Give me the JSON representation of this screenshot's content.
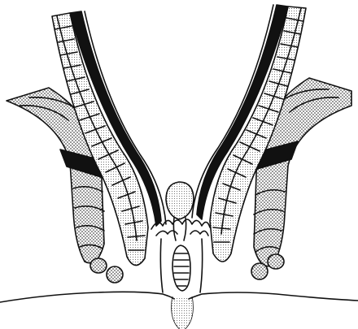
{
  "diagram": {
    "style": "black-and-white line illustration",
    "colors": {
      "ink": "#111111",
      "paper": "#ffffff",
      "stipple": "#111111"
    },
    "fills": [
      "dense-dots",
      "fine-dots",
      "solid-black",
      "white"
    ]
  }
}
